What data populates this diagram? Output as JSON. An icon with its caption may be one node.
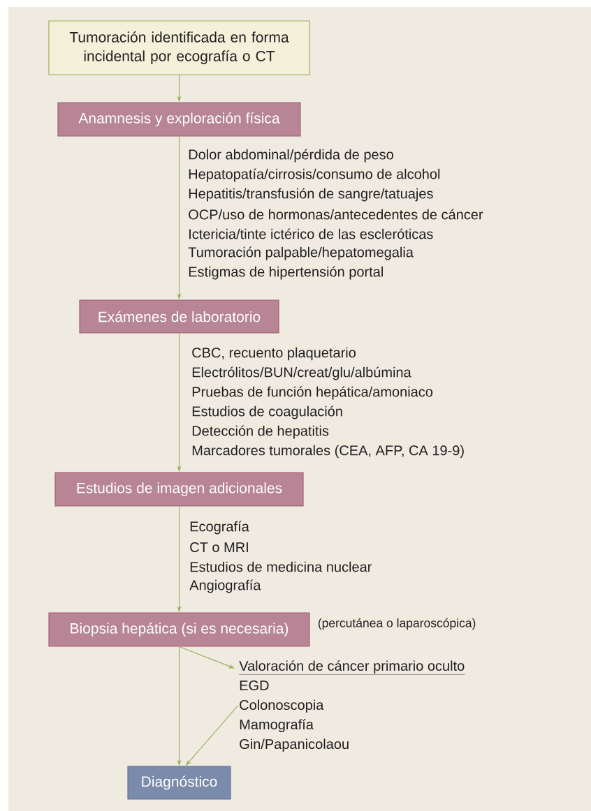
{
  "diagram": {
    "nodes": [
      {
        "text": [
          "Tumoración identificada en forma incidental por ecografía o CT"
        ]
      },
      {
        "text": [
          "Anamnesis y exploración física"
        ]
      },
      {
        "text": [
          "Exámenes de laboratorio"
        ]
      },
      {
        "text": [
          "Estudios de imagen adicionales"
        ]
      },
      {
        "text": [
          "Biopsia hepática (si es necesaria)"
        ],
        "beside": [
          "(percutánea o laparoscópica)"
        ]
      },
      {
        "text": [
          "Valoración de cáncer primario oculto",
          "EGD",
          "Colonoscopia",
          "Mamografía",
          "Gin/Papanicolaou"
        ]
      },
      {
        "text": [
          "Diagnóstico"
        ]
      }
    ],
    "edges": [
      {
        "from": 0,
        "to": 1,
        "arrow": "to"
      },
      {
        "from": 1,
        "to": 2,
        "arrow": "to"
      },
      {
        "from": 2,
        "to": 3,
        "arrow": "to"
      },
      {
        "from": 3,
        "to": 4,
        "arrow": "to"
      },
      {
        "from": 4,
        "to": 6,
        "arrow": "to"
      },
      {
        "from": 4,
        "to": 5,
        "arrow": "to"
      },
      {
        "from": 5,
        "to": 6,
        "arrow": "to"
      }
    ],
    "labels": [
      "Dolor abdominal/pérdida de peso",
      "Hepatopatía/cirrosis/consumo de alcohol",
      "Hepatitis/transfusión de sangre/tatuajes",
      "OCP/uso de hormonas/antecedentes de cáncer",
      "Ictericia/tinte ictérico de las escleróticas",
      "Tumoración palpable/hepatomegalia",
      "Estigmas de hipertensión portal",
      "CBC, recuento plaquetario",
      "Electrólitos/BUN/creat/glu/albúmina",
      "Pruebas de función hepática/amoniaco",
      "Estudios de coagulación",
      "Detección de hepatitis",
      "Marcadores tumorales (CEA, AFP, CA 19-9)",
      "Ecografía",
      "CT o MRI",
      "Estudios de medicina nuclear",
      "Angiografía"
    ]
  }
}
